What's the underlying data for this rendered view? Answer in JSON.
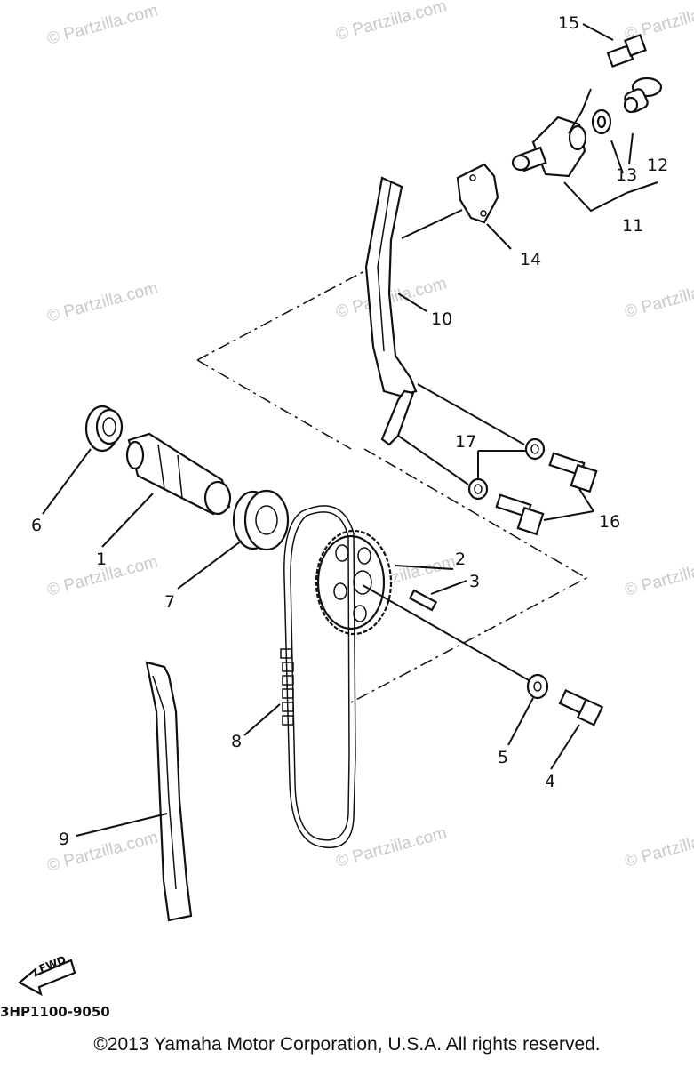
{
  "watermark_text": "© Partzilla.com",
  "callouts": [
    "1",
    "2",
    "3",
    "4",
    "5",
    "6",
    "7",
    "8",
    "9",
    "10",
    "11",
    "12",
    "13",
    "14",
    "15",
    "16",
    "17"
  ],
  "fwd_label": "FWD",
  "diagram_code": "3HP1100-9050",
  "copyright": "©2013  Yamaha Motor Corporation, U.S.A. All rights reserved."
}
